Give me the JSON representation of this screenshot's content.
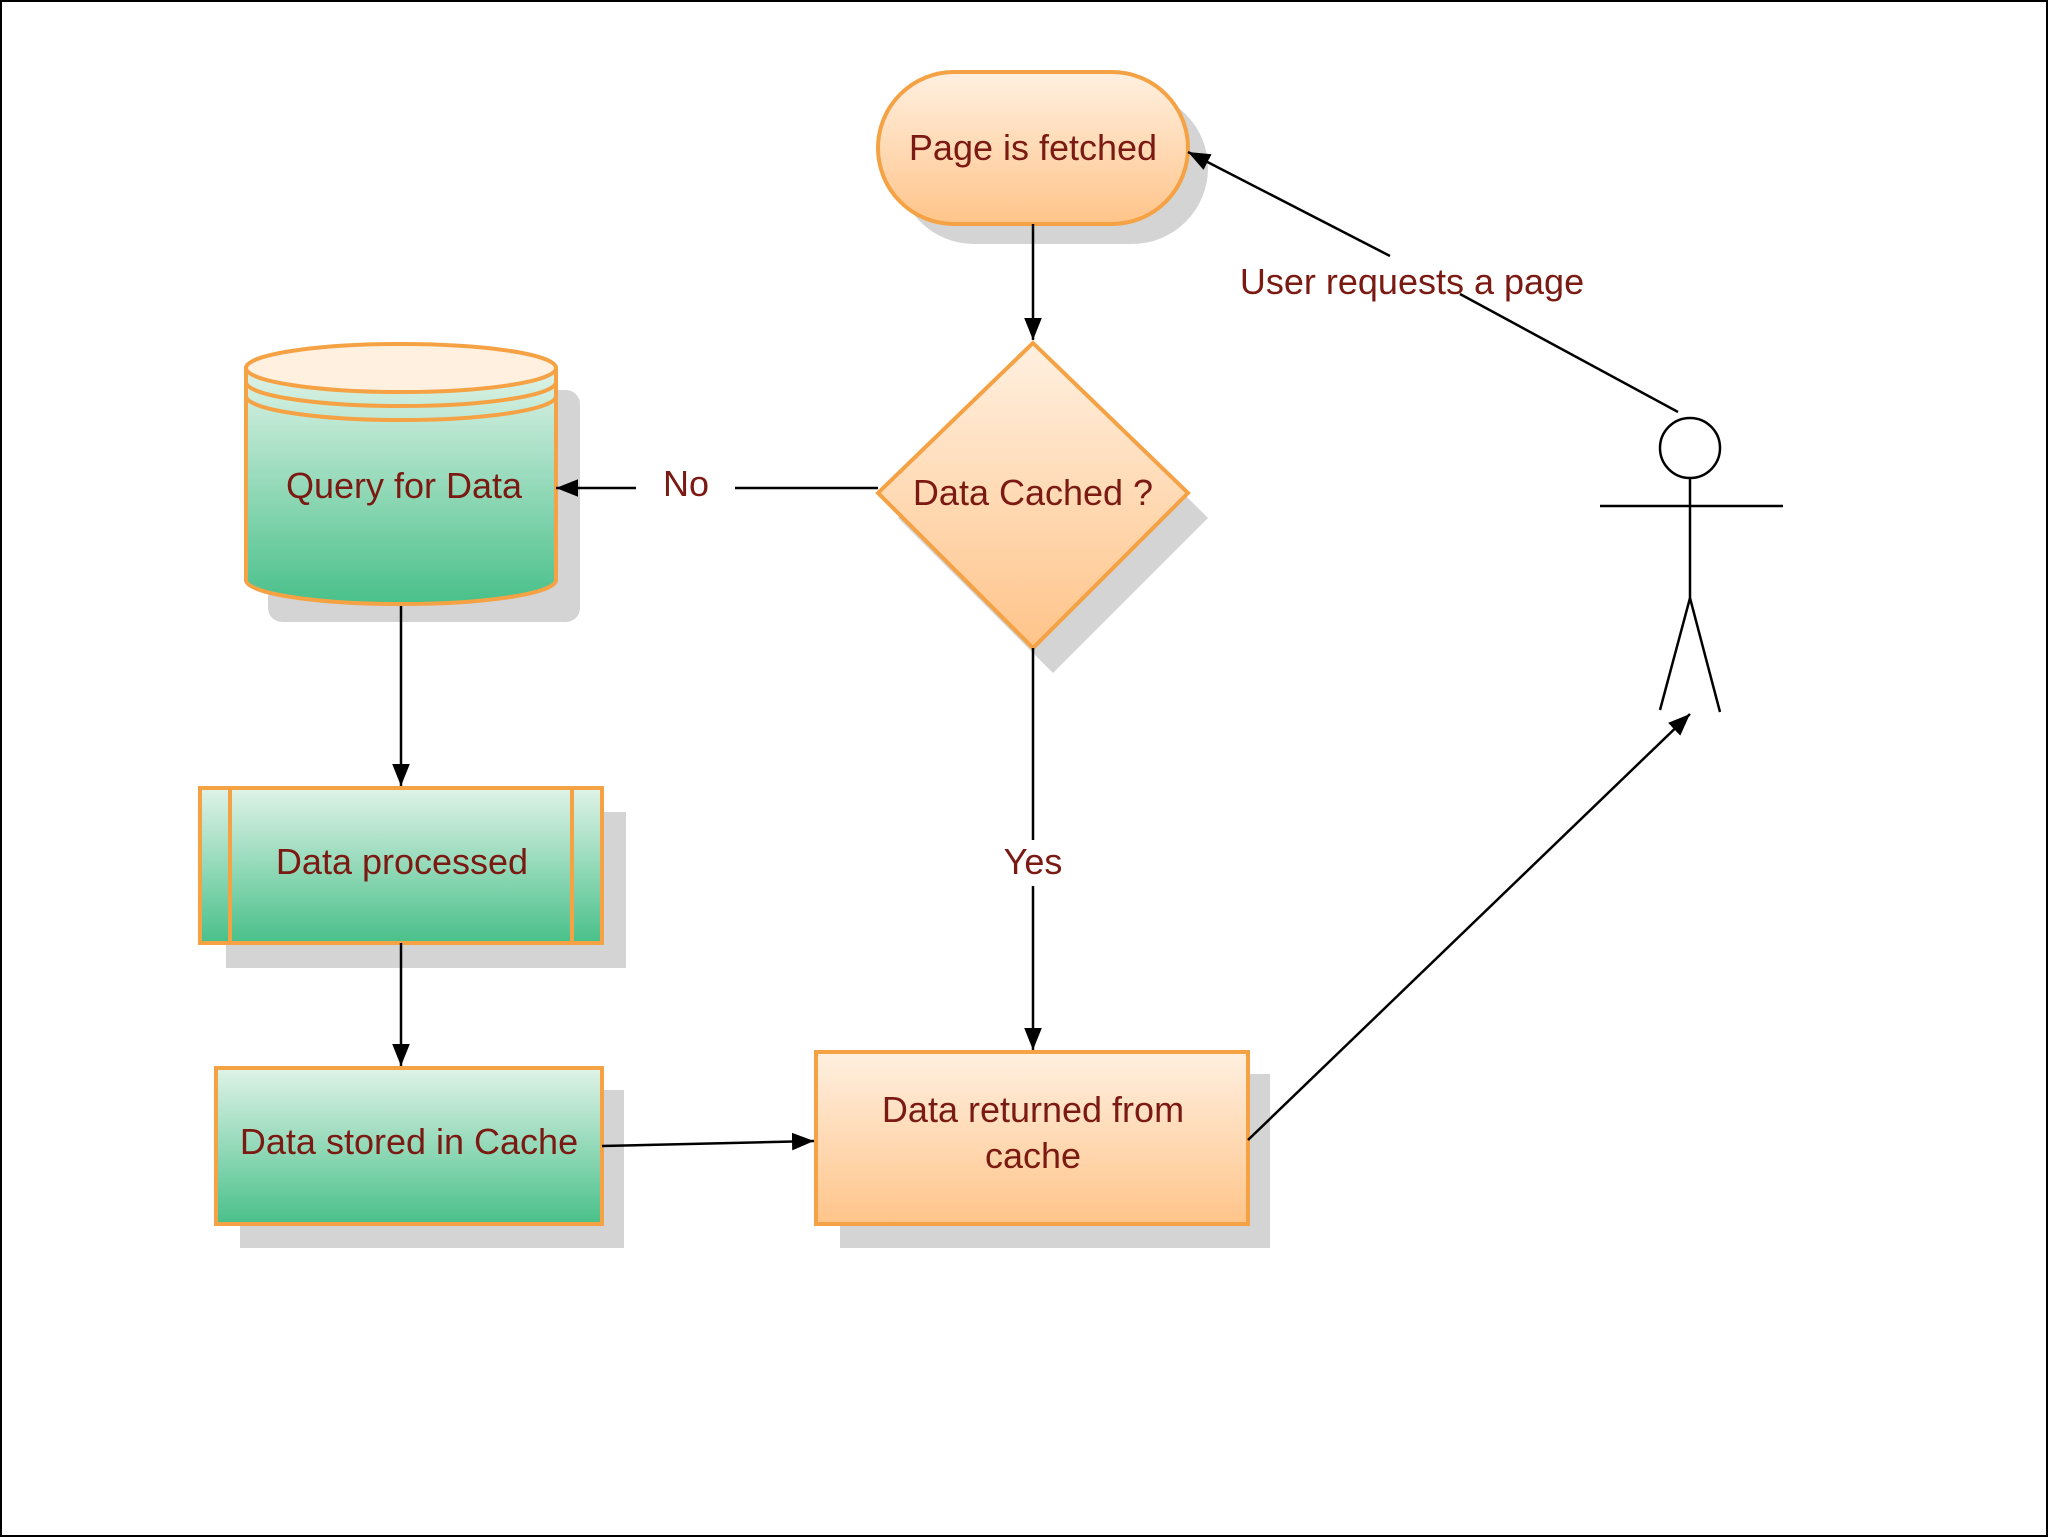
{
  "nodes": {
    "page_fetched": "Page is fetched",
    "data_cached": "Data Cached ?",
    "query_for_data": "Query for Data",
    "data_processed": "Data processed",
    "data_stored": "Data stored in Cache",
    "data_returned_line1": "Data returned from",
    "data_returned_line2": "cache"
  },
  "edges": {
    "no": "No",
    "yes": "Yes",
    "user_requests": "User requests a page"
  },
  "colors": {
    "orange_light": "#fff0e0",
    "orange_dark": "#ffc48a",
    "orange_border": "#f5a245",
    "green_light": "#dff3e8",
    "green_dark": "#49c08a",
    "label_text": "#7a1a12"
  }
}
